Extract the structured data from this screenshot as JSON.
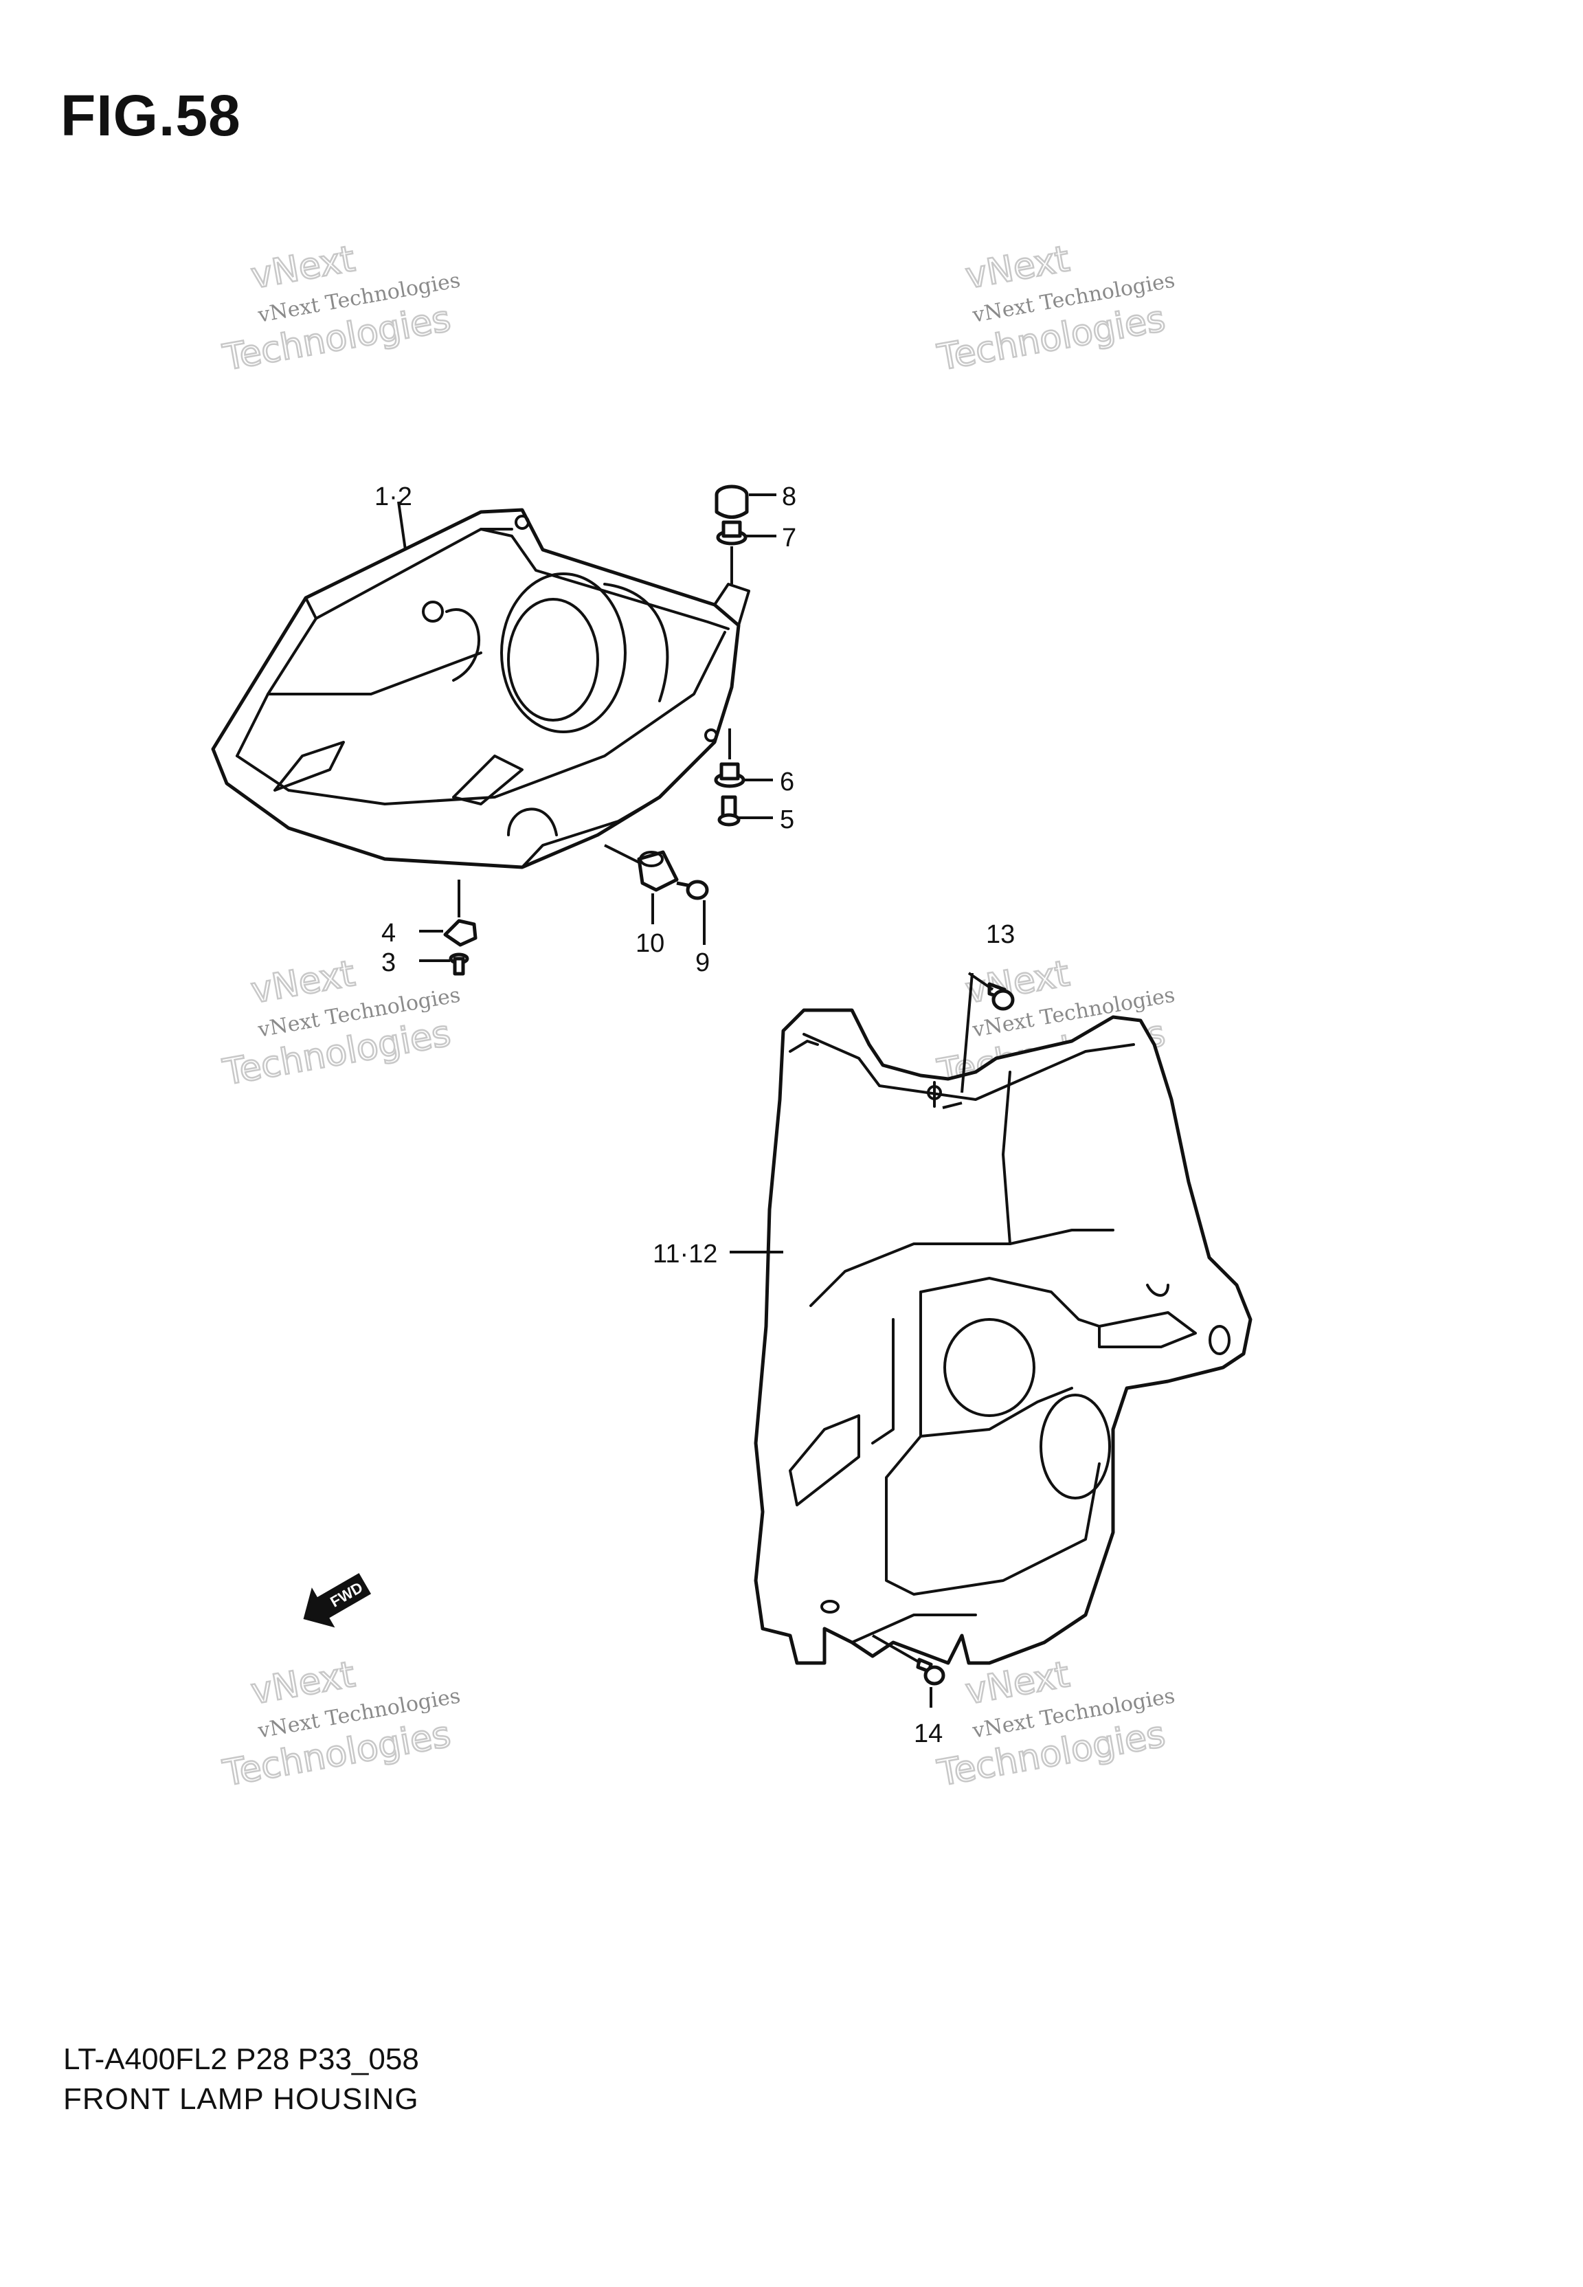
{
  "figure": {
    "title": "FIG.58",
    "model_code": "LT-A400FL2 P28 P33_058",
    "section_name": "FRONT LAMP HOUSING"
  },
  "watermark": {
    "line1": "vNext",
    "line2": "vNext Technologies",
    "line3": "Technologies"
  },
  "fwd_label": "FWD",
  "callouts": [
    {
      "id": "c-1-2",
      "label": "1·2"
    },
    {
      "id": "c-8",
      "label": "8"
    },
    {
      "id": "c-7",
      "label": "7"
    },
    {
      "id": "c-6",
      "label": "6"
    },
    {
      "id": "c-5",
      "label": "5"
    },
    {
      "id": "c-4",
      "label": "4"
    },
    {
      "id": "c-3",
      "label": "3"
    },
    {
      "id": "c-10",
      "label": "10"
    },
    {
      "id": "c-9",
      "label": "9"
    },
    {
      "id": "c-13",
      "label": "13"
    },
    {
      "id": "c-11-12",
      "label": "11·12"
    },
    {
      "id": "c-14",
      "label": "14"
    }
  ]
}
